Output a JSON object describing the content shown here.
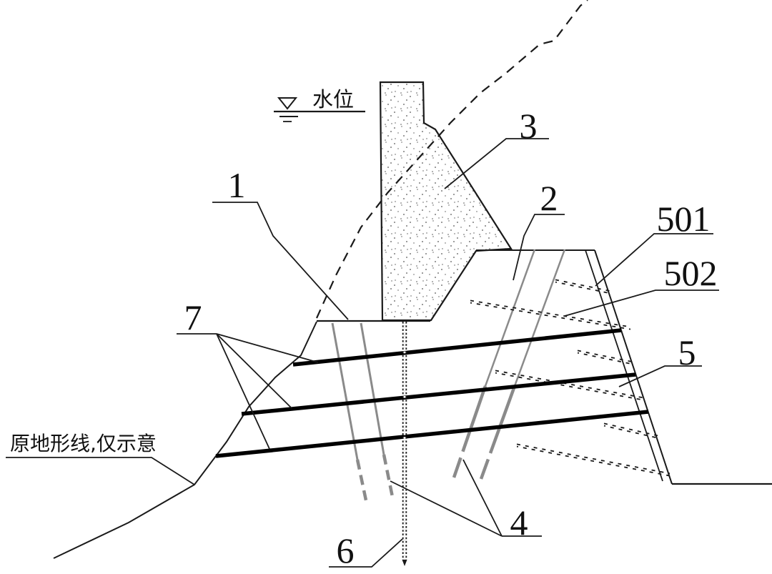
{
  "annotations": {
    "water_level": "水位",
    "terrain_note": "原地形线,仅示意"
  },
  "callouts": {
    "c1": "1",
    "c2": "2",
    "c3": "3",
    "c4": "4",
    "c5": "5",
    "c501": "501",
    "c502": "502",
    "c6": "6",
    "c7": "7"
  },
  "colors": {
    "ink": "#1a1a1a",
    "pipe_gray": "#8a8a8a",
    "paper": "#ffffff"
  }
}
